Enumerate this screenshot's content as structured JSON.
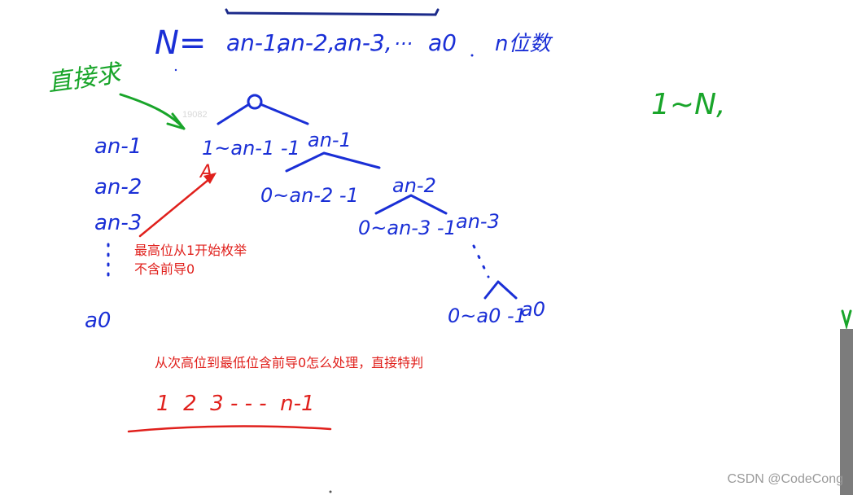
{
  "header": {
    "n_eq": "N=",
    "digits": [
      "an-1,",
      "an-2,",
      "an-3,",
      "···",
      "a0"
    ],
    "n_digits": "n位数"
  },
  "green_labels": {
    "direct": "直接求",
    "range": "1~N,"
  },
  "left_digits": [
    "an-1",
    "an-2",
    "an-3",
    "a0"
  ],
  "tree": {
    "level1_left": "1~an-1 -1",
    "level1_right": "an-1",
    "level2_left": "0~an-2 -1",
    "level2_right": "an-2",
    "level3_left": "0~an-3 -1",
    "level3_right": "an-3",
    "level4_left": "0~a0 -1",
    "level4_right": "a0",
    "marker": "A"
  },
  "notes": {
    "top_line1": "最高位从1开始枚举",
    "top_line2": "不含前导0",
    "bottom": "从次高位到最低位含前导0怎么处理，直接特判"
  },
  "sequence": "1  2  3 - - -  n-1",
  "watermark": "CSDN @CodeCong",
  "faint_text": "19082",
  "colors": {
    "ink_blue": "#1a2fd6",
    "ink_green": "#19a52a",
    "ink_red": "#e0201c"
  }
}
